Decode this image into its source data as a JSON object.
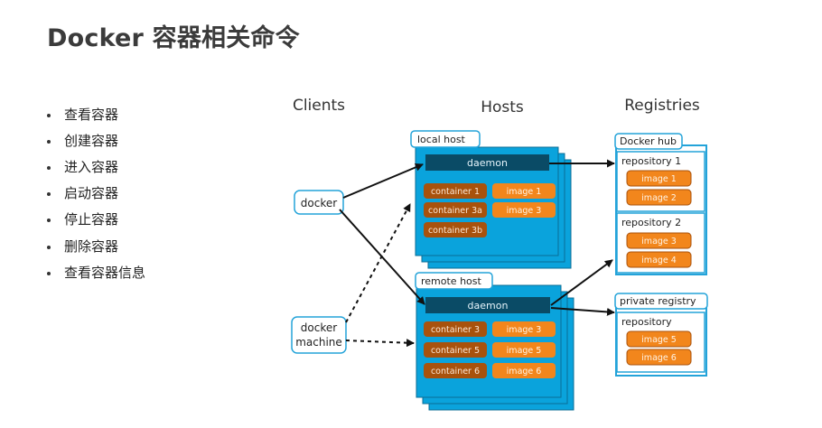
{
  "slide": {
    "title": "Docker 容器相关命令",
    "bullets": [
      "查看容器",
      "创建容器",
      "进入容器",
      "启动容器",
      "停止容器",
      "删除容器",
      "查看容器信息"
    ]
  },
  "diagram": {
    "headers": {
      "clients": "Clients",
      "hosts": "Hosts",
      "registries": "Registries"
    },
    "clients": {
      "docker": "docker",
      "machine_line1": "docker",
      "machine_line2": "machine"
    },
    "local_host": {
      "label": "local host",
      "daemon": "daemon",
      "containers": [
        "container 1",
        "container 3a",
        "container 3b"
      ],
      "images": [
        "image 1",
        "image 3"
      ]
    },
    "remote_host": {
      "label": "remote host",
      "daemon": "daemon",
      "containers": [
        "container 3",
        "container 5",
        "container 6"
      ],
      "images": [
        "image 3",
        "image 5",
        "image 6"
      ]
    },
    "docker_hub": {
      "label": "Docker hub",
      "repo1": {
        "label": "repository 1",
        "images": [
          "image 1",
          "image 2"
        ]
      },
      "repo2": {
        "label": "repository 2",
        "images": [
          "image 3",
          "image 4"
        ]
      }
    },
    "private_registry": {
      "label": "private registry",
      "repo": {
        "label": "repository",
        "images": [
          "image 5",
          "image 6"
        ]
      }
    },
    "colors": {
      "host_blue": "#0aa3dc",
      "daemon_dark": "#0a4b66",
      "container_brown": "#a8520d",
      "image_orange": "#f2861c",
      "registry_border": "#23a3d9"
    }
  }
}
